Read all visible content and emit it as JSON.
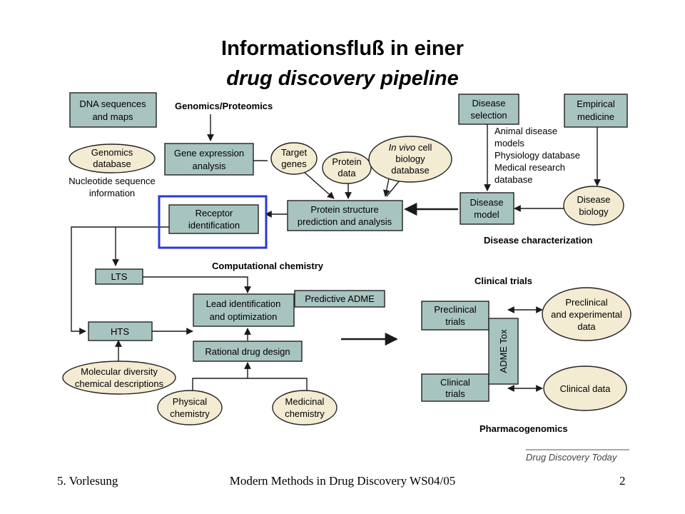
{
  "title": {
    "line1": "Informationsfluß in einer",
    "line2": "drug discovery pipeline"
  },
  "diagram": {
    "sections": {
      "genomics": "Genomics/Proteomics",
      "computational": "Computational chemistry",
      "disease_char": "Disease characterization",
      "clinical": "Clinical trials",
      "pharmacogenomics": "Pharmacogenomics"
    },
    "boxes": {
      "dna": [
        "DNA sequences",
        "and maps"
      ],
      "gene_expr": [
        "Gene expression",
        "analysis"
      ],
      "receptor": [
        "Receptor",
        "identification"
      ],
      "protein_struct": [
        "Protein structure",
        "prediction and analysis"
      ],
      "disease_sel": [
        "Disease",
        "selection"
      ],
      "empirical": [
        "Empirical",
        "medicine"
      ],
      "disease_model": [
        "Disease",
        "model"
      ],
      "lts": [
        "LTS"
      ],
      "hts": [
        "HTS"
      ],
      "lead": [
        "Lead identification",
        "and optimization"
      ],
      "adme": [
        "Predictive ADME"
      ],
      "rational": [
        "Rational drug design"
      ],
      "preclinical": [
        "Preclinical",
        "trials"
      ],
      "clinical_box": [
        "Clinical",
        "trials"
      ],
      "admetox": "ADME Tox"
    },
    "ellipses": {
      "genomics_db": [
        "Genomics",
        "database"
      ],
      "target": [
        "Target",
        "genes"
      ],
      "protein_data": [
        "Protein",
        "data"
      ],
      "invivo": [
        "In vivo",
        " cell",
        "biology",
        "database"
      ],
      "disease_bio": [
        "Disease",
        "biology"
      ],
      "mol_div": [
        "Molecular diversity",
        "chemical descriptions"
      ],
      "physical": [
        "Physical",
        "chemistry"
      ],
      "medicinal": [
        "Medicinal",
        "chemistry"
      ],
      "preclin_exp": [
        "Preclinical",
        "and experimental",
        "data"
      ],
      "clin_data": [
        "Clinical data"
      ]
    },
    "notes": {
      "nucleotide": [
        "Nucleotide sequence",
        "information"
      ],
      "animal": [
        "Animal disease",
        "models",
        "Physiology database",
        "Medical research",
        "database"
      ]
    },
    "source": "Drug Discovery Today"
  },
  "footer": {
    "left": "5. Vorlesung",
    "center": "Modern Methods in Drug Discovery WS04/05",
    "right": "2"
  },
  "colors": {
    "box_fill": "#a8c4c0",
    "ellipse_fill": "#f3ebd2",
    "highlight": "#2b39d6"
  }
}
